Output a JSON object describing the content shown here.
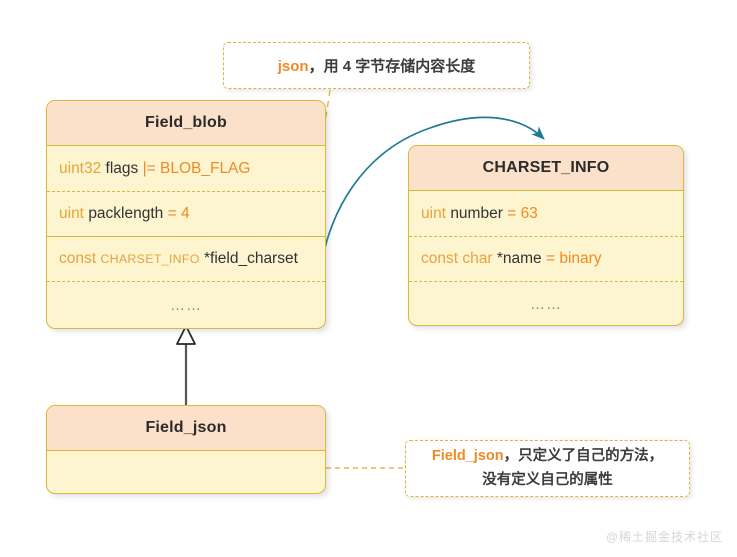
{
  "diagram": {
    "type": "uml-class-diagram",
    "background_color": "#ffffff",
    "palette": {
      "header_fill": "#fbe0ca",
      "body_fill": "#fdf4d0",
      "border": "#d9b93a",
      "accent_orange": "#f08a24",
      "type_orange": "#e8a33d",
      "arrow_teal": "#1f7a96",
      "inherit_line": "#565656",
      "note_border": "#d6b840",
      "watermark": "#d6d6d6"
    }
  },
  "classes": [
    {
      "id": "field-blob",
      "title": "Field_blob",
      "rows": [
        {
          "id": "flags",
          "divider": "solid",
          "tokens": [
            {
              "text": "uint32",
              "style": "type"
            },
            {
              "text": "flags",
              "style": "name"
            },
            {
              "text": "|=",
              "style": "op"
            },
            {
              "text": "BLOB_FLAG",
              "style": "val"
            }
          ],
          "plain": "uint32 flags |= BLOB_FLAG"
        },
        {
          "id": "packlength",
          "divider": "dashed",
          "tokens": [
            {
              "text": "uint",
              "style": "type"
            },
            {
              "text": "packlength",
              "style": "name"
            },
            {
              "text": "=",
              "style": "op"
            },
            {
              "text": "4",
              "style": "val"
            }
          ],
          "plain": "uint packlength = 4"
        },
        {
          "id": "field-charset",
          "divider": "solid",
          "tokens": [
            {
              "text": "const",
              "style": "type"
            },
            {
              "text": "CHARSET_INFO",
              "style": "small"
            },
            {
              "text": "*field_charset",
              "style": "ptr"
            }
          ],
          "plain": "const CHARSET_INFO *field_charset"
        },
        {
          "id": "more",
          "divider": "dashed",
          "tokens": [],
          "plain": "……"
        }
      ]
    },
    {
      "id": "charset-info",
      "title": "CHARSET_INFO",
      "rows": [
        {
          "id": "number",
          "divider": "solid",
          "tokens": [
            {
              "text": "uint",
              "style": "type"
            },
            {
              "text": "number",
              "style": "name"
            },
            {
              "text": "=",
              "style": "op"
            },
            {
              "text": "63",
              "style": "val"
            }
          ],
          "plain": "uint number = 63"
        },
        {
          "id": "name",
          "divider": "dashed",
          "tokens": [
            {
              "text": "const char",
              "style": "type"
            },
            {
              "text": "*name",
              "style": "ptr"
            },
            {
              "text": "=",
              "style": "op"
            },
            {
              "text": "binary",
              "style": "val"
            }
          ],
          "plain": "const char *name = binary"
        },
        {
          "id": "more",
          "divider": "dashed",
          "tokens": [],
          "plain": "……"
        }
      ]
    },
    {
      "id": "field-json",
      "title": "Field_json",
      "rows": [
        {
          "id": "empty",
          "divider": "solid",
          "tokens": [],
          "plain": ""
        }
      ]
    }
  ],
  "notes": {
    "top": {
      "emphasis": "json",
      "text": "，用 4 字节存储内容长度"
    },
    "bottom": {
      "emphasis": "Field_json",
      "line1_rest": "，只定义了自己的方法，",
      "line2": "没有定义自己的属性"
    }
  },
  "relations": [
    {
      "id": "inheritance",
      "kind": "generalization",
      "from": "Field_json",
      "to": "Field_blob",
      "marker": "hollow-triangle"
    },
    {
      "id": "charset-reference",
      "kind": "association",
      "from": "Field_blob.field_charset",
      "to": "CHARSET_INFO",
      "marker": "arrow"
    }
  ],
  "watermark": {
    "text": "@稀土掘金技术社区"
  }
}
